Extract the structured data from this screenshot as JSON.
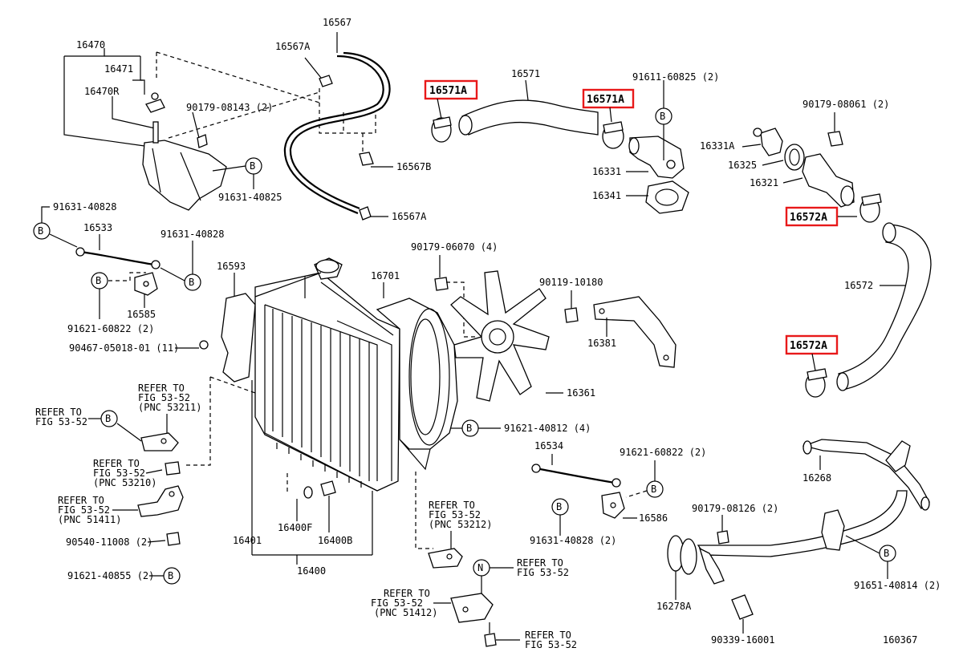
{
  "diagram": {
    "figure_number": "160367",
    "accent_color": "#e8191a",
    "labels": {
      "p16470": "16470",
      "p16471": "16471",
      "p16470R": "16470R",
      "p90179_08143": "90179-08143 (2)",
      "p91631_40825": "91631-40825",
      "p16567": "16567",
      "p16567A_top": "16567A",
      "p16567B": "16567B",
      "p16567A_bot": "16567A",
      "p16571A_left": "16571A",
      "p16571": "16571",
      "p16571A_right": "16571A",
      "p91611_60825": "91611-60825 (2)",
      "p16331": "16331",
      "p16341": "16341",
      "p90179_08061": "90179-08061 (2)",
      "p16331A": "16331A",
      "p16325": "16325",
      "p16321": "16321",
      "p16572A_top": "16572A",
      "p16572": "16572",
      "p16572A_bot": "16572A",
      "p91631_40828_a": "91631-40828",
      "p16533": "16533",
      "p91631_40828_b": "91631-40828",
      "p16593": "16593",
      "p16585": "16585",
      "p91621_60822_a": "91621-60822 (2)",
      "p90467": "90467-05018-01 (11)",
      "p90179_06070": "90179-06070 (4)",
      "p16701": "16701",
      "p90119_10180": "90119-10180",
      "p16381": "16381",
      "p16361": "16361",
      "p91621_40812": "91621-40812 (4)",
      "p16534": "16534",
      "p91621_60822_b": "91621-60822 (2)",
      "p16586": "16586",
      "p91631_40828_c": "91631-40828 (2)",
      "p16268": "16268",
      "p90179_08126": "90179-08126 (2)",
      "p91651_40814": "91651-40814 (2)",
      "p16278A": "16278A",
      "p90339_16001": "90339-16001",
      "p16401": "16401",
      "p16400F": "16400F",
      "p16400B": "16400B",
      "p16400": "16400",
      "p90540_11008": "90540-11008 (2)",
      "p91621_40855": "91621-40855 (2)"
    },
    "refers": {
      "r1_a": "REFER TO",
      "r1_b": "FIG 53-52",
      "r1_c": "(PNC 53211)",
      "r2_a": "REFER TO",
      "r2_b": "FIG 53-52",
      "r3_a": "REFER TO",
      "r3_b": "FIG 53-52",
      "r3_c": "(PNC 53210)",
      "r4_a": "REFER TO",
      "r4_b": "FIG 53-52",
      "r4_c": "(PNC 51411)",
      "r5_a": "REFER TO",
      "r5_b": "FIG 53-52",
      "r5_c": "(PNC 53212)",
      "r6_a": "REFER TO",
      "r6_b": "FIG 53-52",
      "r7_a": "REFER TO",
      "r7_b": "FIG 53-52",
      "r7_c": "(PNC 51412)",
      "r8_a": "REFER TO",
      "r8_b": "FIG 53-52"
    },
    "markers": {
      "b": "B",
      "n": "N"
    }
  }
}
